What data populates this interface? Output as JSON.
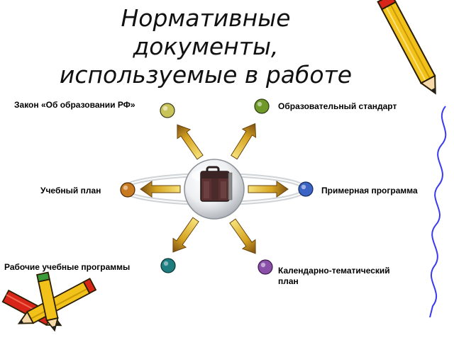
{
  "title": {
    "line1": "Нормативные",
    "line2": "документы,",
    "line3": "используемые в работе"
  },
  "nodes": {
    "law": {
      "label": "Закон «Об образовании РФ»",
      "color": "#c9c45a"
    },
    "standard": {
      "label": "Образовательный стандарт",
      "color": "#6f9a2a"
    },
    "curriculum": {
      "label": "Учебный план",
      "color": "#c87a20"
    },
    "sample_program": {
      "label": "Примерная программа",
      "color": "#3a63c4"
    },
    "work_programs": {
      "label": "Рабочие учебные программы",
      "color": "#1f7d80"
    },
    "calendar_plan": {
      "label_line1": "Календарно-тематический",
      "label_line2": "план",
      "color": "#8a4fa8"
    }
  },
  "center": {
    "icon": "briefcase-icon"
  },
  "decor": {
    "pencil_color": "#f2c21a",
    "accent_red": "#d8251a",
    "edge_line_color": "#3a3af0"
  }
}
